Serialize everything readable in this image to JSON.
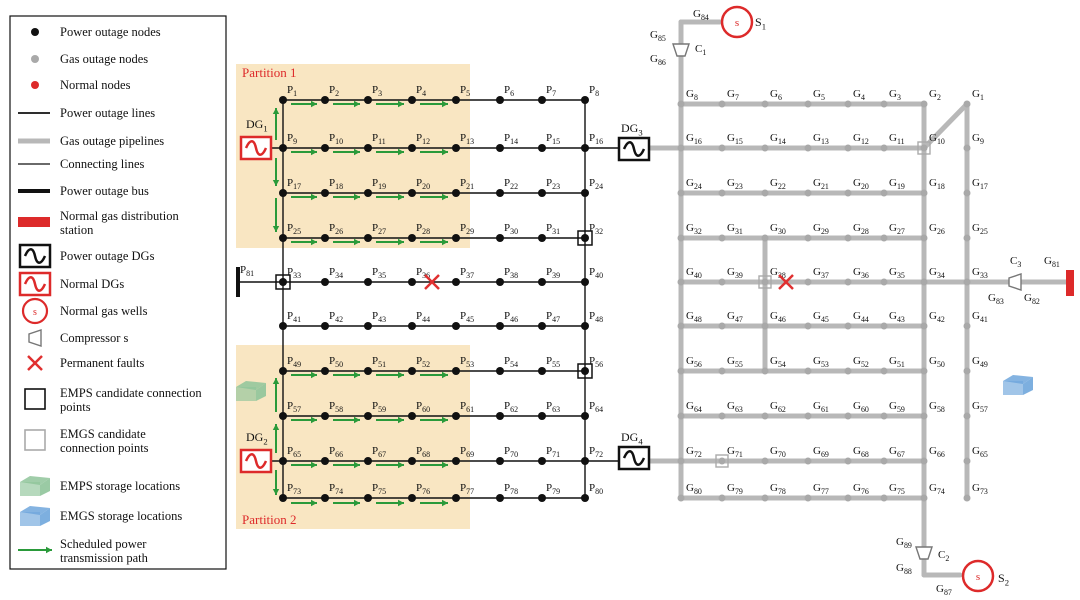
{
  "legend": {
    "items": [
      {
        "key": "power-outage-node",
        "label": "Power outage  nodes"
      },
      {
        "key": "gas-outage-node",
        "label": "Gas outage nodes"
      },
      {
        "key": "normal-node",
        "label": "Normal nodes"
      },
      {
        "key": "power-outage-line",
        "label": "Power outage lines"
      },
      {
        "key": "gas-outage-pipeline",
        "label": "Gas outage pipelines"
      },
      {
        "key": "connecting-line",
        "label": "Connecting lines"
      },
      {
        "key": "power-outage-bus",
        "label": "Power outage bus"
      },
      {
        "key": "normal-gas-station",
        "label": "Normal gas distribution station"
      },
      {
        "key": "power-outage-dg",
        "label": "Power outage DGs"
      },
      {
        "key": "normal-dg",
        "label": "Normal DGs"
      },
      {
        "key": "normal-gas-well",
        "label": "Normal gas wells",
        "symbol": "s"
      },
      {
        "key": "compressor",
        "label": "Compressor s"
      },
      {
        "key": "permanent-fault",
        "label": "Permanent faults"
      },
      {
        "key": "emps-point",
        "label": "EMPS candidate connection points"
      },
      {
        "key": "emgs-point",
        "label": "EMGS candidate connection points"
      },
      {
        "key": "emps-storage",
        "label": "EMPS storage locations"
      },
      {
        "key": "emgs-storage",
        "label": "EMGS storage locations"
      },
      {
        "key": "scheduled-path",
        "label": "Scheduled power transmission path"
      }
    ]
  },
  "partitions": [
    {
      "label": "Partition 1"
    },
    {
      "label": "Partition 2"
    }
  ],
  "power": {
    "bus_label": "P81",
    "dg_labels": [
      "DG1",
      "DG2",
      "DG3",
      "DG4"
    ]
  },
  "gas": {
    "wells": [
      "S1",
      "S2"
    ],
    "compressors": [
      "C1",
      "C2",
      "C3"
    ],
    "extra_labels": [
      "G81",
      "G82",
      "G83",
      "G84",
      "G85",
      "G86",
      "G87",
      "G88",
      "G89"
    ]
  },
  "colors": {
    "partition_fill": "#f9e6c2",
    "gas_pipe": "#b8b8b8",
    "gas_node": "#a9a9a9",
    "fault": "#e03030",
    "normal": "#dd2a2a",
    "path_arrow": "#2a9a3a",
    "ink": "#111111"
  }
}
